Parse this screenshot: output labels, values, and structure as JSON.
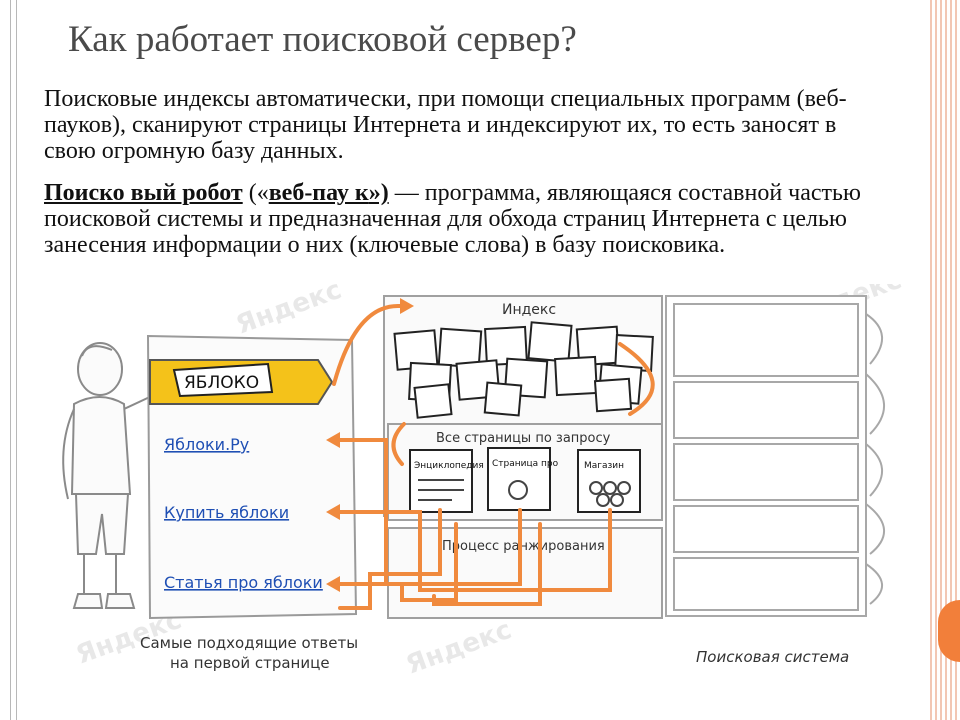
{
  "slide": {
    "title": "Как работает поисковой сервер?",
    "paragraph1": "Поисковые индексы автоматически, при помощи специальных программ (веб-пауков), сканируют страницы Интернета и индексируют их, то есть заносят в свою огромную базу данных.",
    "paragraph2": {
      "term": "Поиско вый робот",
      "alias_open": " («",
      "alias": "веб-пау к",
      "alias_close": "»)",
      "definition": " — программа, являющаяся составной частью поисковой системы и предназначенная для обхода страниц Интернета с целью занесения информации о них (ключевые слова) в базу поисковика."
    }
  },
  "diagram": {
    "watermark": "Яндекс",
    "query": "ЯБЛОКО",
    "results": [
      "Яблоки.Ру",
      "Купить яблоки",
      "Статья про яблоки"
    ],
    "index_label": "Индекс",
    "pages_label": "Все страницы по запросу",
    "ranking_label": "Процесс ранжирования",
    "pages": [
      "Энциклопедия",
      "Страница про",
      "Магазин"
    ],
    "caption_left_line1": "Самые подходящие ответы",
    "caption_left_line2": "на первой странице",
    "caption_right": "Поисковая система",
    "colors": {
      "arrow": "#f08a3e",
      "query_box": "#f4c21a",
      "link": "#1f4fb4"
    }
  }
}
